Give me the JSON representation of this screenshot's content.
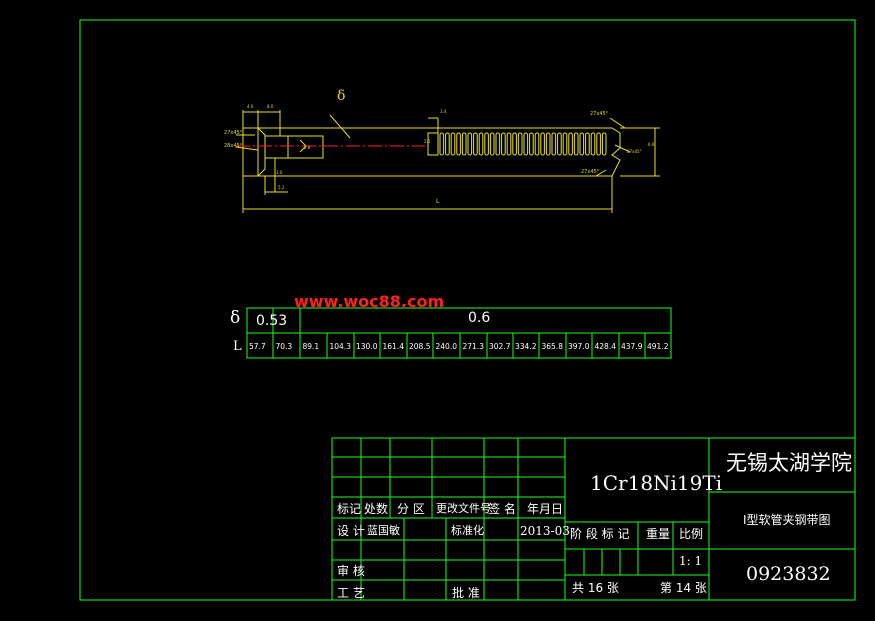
{
  "colors": {
    "frame": "#1aff1a",
    "drawing": "#e8e030",
    "centerline": "#ff2020",
    "text": "#ffffff",
    "cyan": "#7fe8ff",
    "watermark": "#ff2020"
  },
  "watermark": "www.woc88.com",
  "drawing": {
    "delta_symbol": "δ",
    "length_label": "L",
    "dims_small": [
      "27x45°",
      "28x45°",
      "27x45°",
      "27x45°",
      "27x45°"
    ],
    "dims_tiny": [
      "4.0",
      "8.0",
      "3.0",
      "5.2",
      "3.4",
      "2.5",
      "6.6",
      "2.6"
    ]
  },
  "spec_table": {
    "row_labels": [
      "δ",
      "L"
    ],
    "thickness": [
      "0.53",
      "0.6"
    ],
    "lengths": [
      "57.7",
      "70.3",
      "89.1",
      "104.3",
      "130.0",
      "161.4",
      "208.5",
      "240.0",
      "271.3",
      "302.7",
      "334.2",
      "365.8",
      "397.0",
      "428.4",
      "437.9",
      "491.2"
    ]
  },
  "title_block": {
    "material": "1Cr18Ni19Ti",
    "school": "无锡太湖学院",
    "drawing_name": "I型软管夹钢带图",
    "drawing_no": "0923832",
    "header_labels": [
      "标记",
      "处数",
      "分 区",
      "更改文件号",
      "签 名",
      "年月日"
    ],
    "design_label": "设 计",
    "designer": "蓝国敏",
    "standardize_label": "标准化",
    "date": "2013-03",
    "stage_label": "阶 段 标 记",
    "weight_label": "重量",
    "scale_label": "比例",
    "scale_value": "1: 1",
    "review_label": "审 核",
    "process_label": "工 艺",
    "approve_label": "批 准",
    "total_sheets": "共 16 张",
    "sheet_no": "第 14 张"
  }
}
